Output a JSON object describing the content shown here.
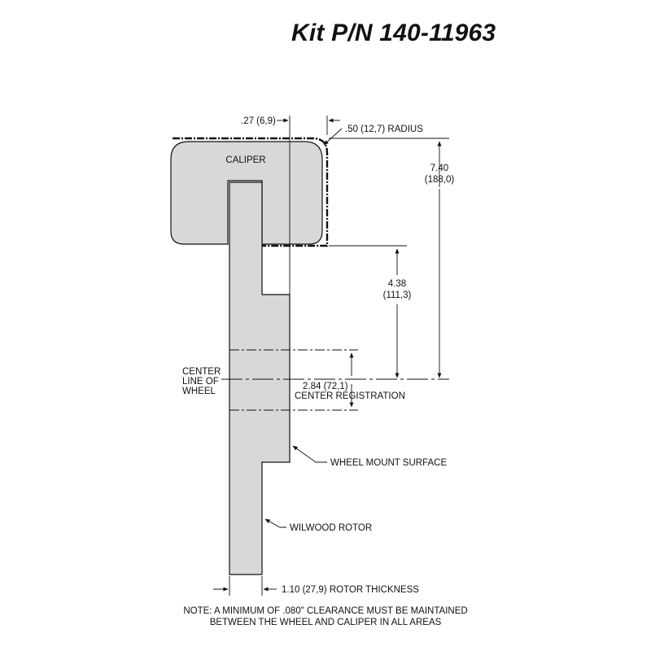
{
  "title": "Kit P/N 140-11963",
  "labels": {
    "caliper": "CALIPER",
    "offset_027": ".27 (6,9)",
    "radius": ".50 (12,7) RADIUS",
    "dim_740_a": "7.40",
    "dim_740_b": "(188,0)",
    "dim_438_a": "4.38",
    "dim_438_b": "(111,3)",
    "center_line_1": "CENTER",
    "center_line_2": "LINE OF",
    "center_line_3": "WHEEL",
    "dim_284": "2.84 (72,1)",
    "center_registration": "CENTER REGISTRATION",
    "wheel_mount_surface": "WHEEL MOUNT SURFACE",
    "wilwood_rotor": "WILWOOD ROTOR",
    "rotor_thickness": "1.10 (27,9) ROTOR THICKNESS"
  },
  "note": {
    "line1": "NOTE: A MINIMUM OF .080\" CLEARANCE MUST BE MAINTAINED",
    "line2": "BETWEEN THE WHEEL AND CALIPER IN ALL AREAS"
  },
  "colors": {
    "part_fill": "#d7d8da",
    "line": "#111111"
  }
}
